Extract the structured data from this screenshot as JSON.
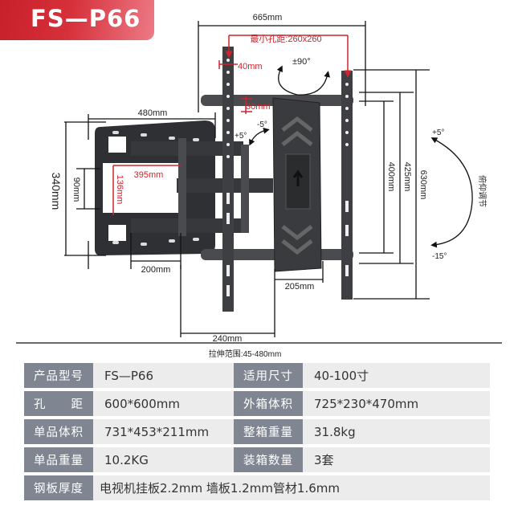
{
  "badge": {
    "model": "FS—P66"
  },
  "diagram": {
    "dims": {
      "d665": "665mm",
      "min_hole": "最小孔距:260x260",
      "d40": "40mm",
      "d30": "30mm",
      "rotate": "±90°",
      "d480": "480mm",
      "d340": "340mm",
      "d90": "90mm",
      "d136": "136mm",
      "d395": "395mm",
      "d200": "200mm",
      "d205": "205mm",
      "d240": "240mm",
      "d400": "400mm",
      "d425": "425mm",
      "d630": "630mm",
      "side_plus5": "+5°",
      "side_minus5": "-5°",
      "tilt_plus5": "+5°",
      "tilt_minus15": "-15°",
      "tilt_label": "俯仰调节",
      "extend_range": "拉伸范围:45-480mm"
    },
    "colors": {
      "accent": "#d0222c",
      "metal": "#3a3b3e",
      "line": "#111111"
    }
  },
  "specs": {
    "rows": [
      {
        "k1": "产品型号",
        "v1": "FS—P66",
        "k2": "适用尺寸",
        "v2": "40-100寸"
      },
      {
        "k1": "孔　　距",
        "v1": "600*600mm",
        "k2": "外箱体积",
        "v2": "725*230*470mm"
      },
      {
        "k1": "单品体积",
        "v1": "731*453*211mm",
        "k2": "整箱重量",
        "v2": "31.8kg"
      },
      {
        "k1": "单品重量",
        "v1": "10.2KG",
        "k2": "装箱数量",
        "v2": "3套"
      }
    ],
    "last": {
      "k": "钢板厚度",
      "v": "电视机挂板2.2mm 墙板1.2mm管材1.6mm"
    }
  }
}
